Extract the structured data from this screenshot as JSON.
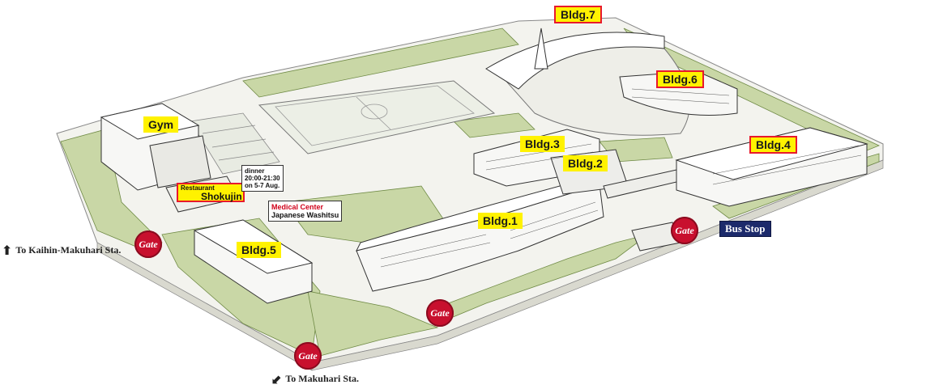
{
  "labels": {
    "gym": "Gym",
    "bldg1": "Bldg.1",
    "bldg2": "Bldg.2",
    "bldg3": "Bldg.3",
    "bldg4": "Bldg.4",
    "bldg5": "Bldg.5",
    "bldg6": "Bldg.6",
    "bldg7": "Bldg.7"
  },
  "restaurant": {
    "small": "Restaurant",
    "name": "Shokujin",
    "hours_line1": "dinner",
    "hours_line2": "20:00-21:30",
    "hours_line3": "on 5-7 Aug."
  },
  "medical": {
    "title": "Medical Center",
    "subtitle": "Japanese Washitsu"
  },
  "gates": [
    "Gate",
    "Gate",
    "Gate",
    "Gate"
  ],
  "bus_stop": "Bus Stop",
  "stations": {
    "kaihin": "To Kaihin-Makuhari Sta.",
    "makuhari": "To Makuhari Sta."
  },
  "icons": {
    "north_arrow": "arrow-up-icon",
    "southwest_arrow": "arrow-down-left-icon"
  },
  "colors": {
    "label_fill": "#fff200",
    "label_border": "#e8192c",
    "gate": "#c8102e",
    "bus_stop": "#1c2a6b",
    "tree": "#c9d7a6",
    "ground": "#f4f4f0"
  }
}
